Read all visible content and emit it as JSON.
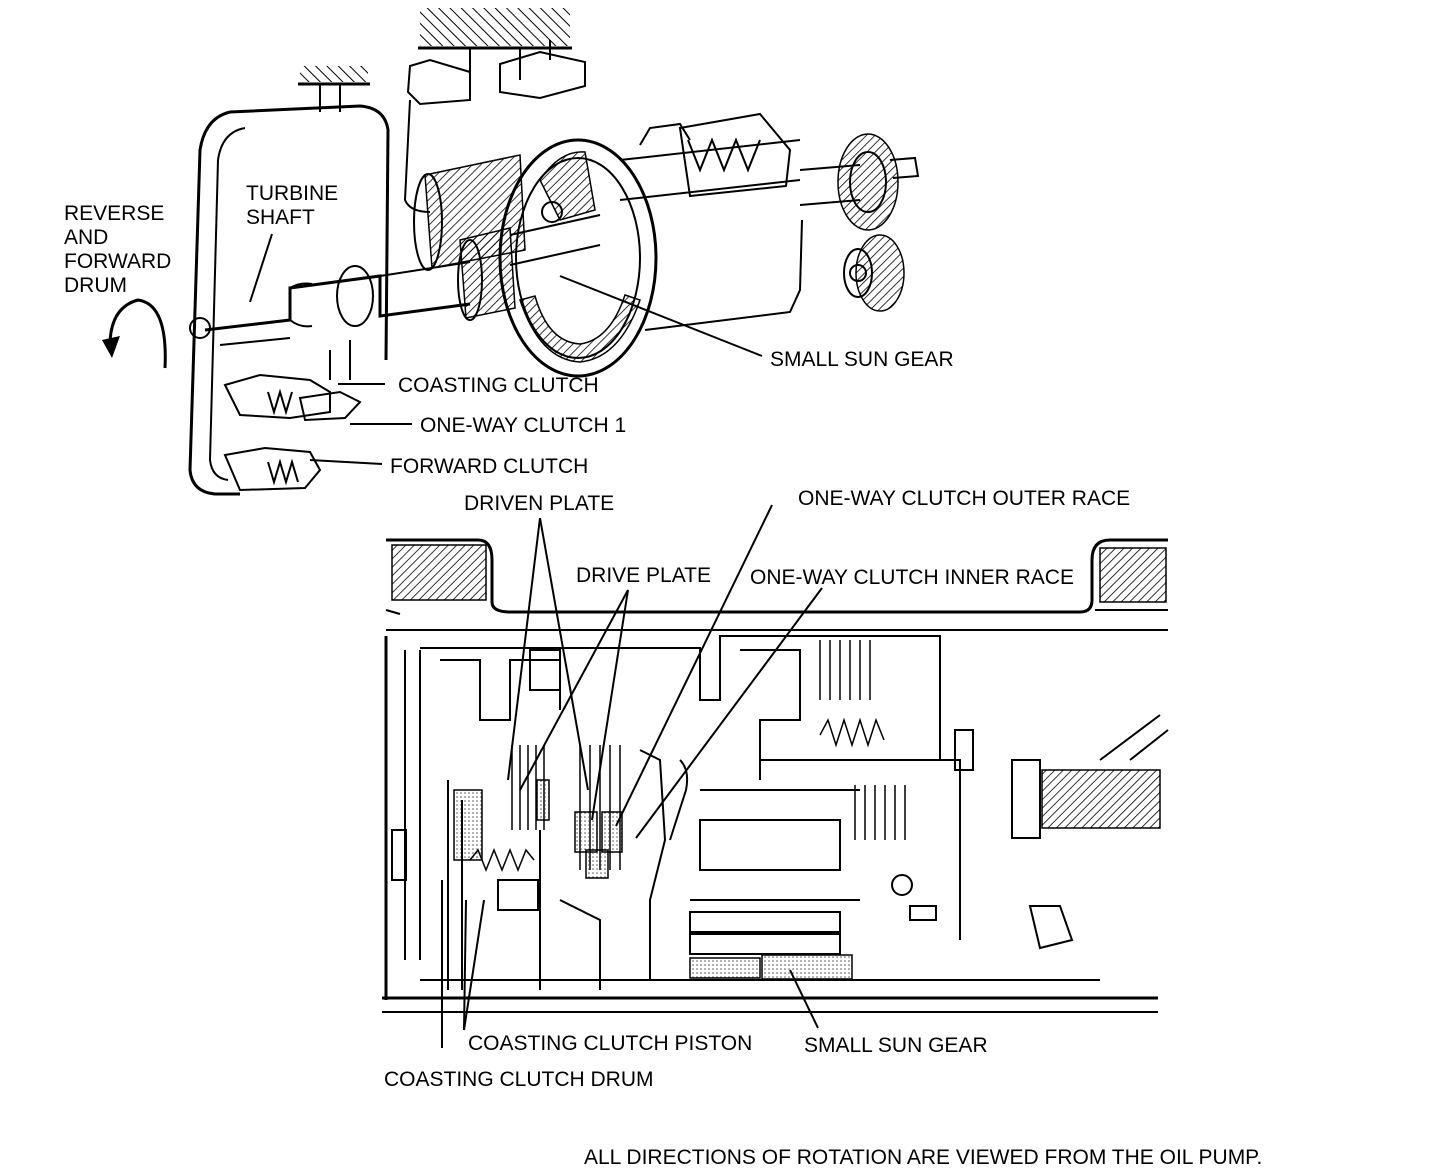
{
  "labels": {
    "reverse_forward_drum": [
      "REVERSE",
      "AND",
      "FORWARD",
      "DRUM"
    ],
    "turbine_shaft": [
      "TURBINE",
      "SHAFT"
    ],
    "small_sun_gear_top": "SMALL SUN GEAR",
    "coasting_clutch": "COASTING CLUTCH",
    "one_way_clutch_1": "ONE-WAY CLUTCH 1",
    "forward_clutch": "FORWARD CLUTCH",
    "driven_plate": "DRIVEN PLATE",
    "one_way_clutch_outer_race": "ONE-WAY CLUTCH OUTER RACE",
    "drive_plate": "DRIVE PLATE",
    "one_way_clutch_inner_race": "ONE-WAY CLUTCH INNER RACE",
    "coasting_clutch_piston": "COASTING CLUTCH PISTON",
    "small_sun_gear_bottom": "SMALL SUN GEAR",
    "coasting_clutch_drum": "COASTING CLUTCH DRUM",
    "footer_note": "ALL DIRECTIONS OF ROTATION ARE VIEWED FROM THE OIL PUMP."
  }
}
